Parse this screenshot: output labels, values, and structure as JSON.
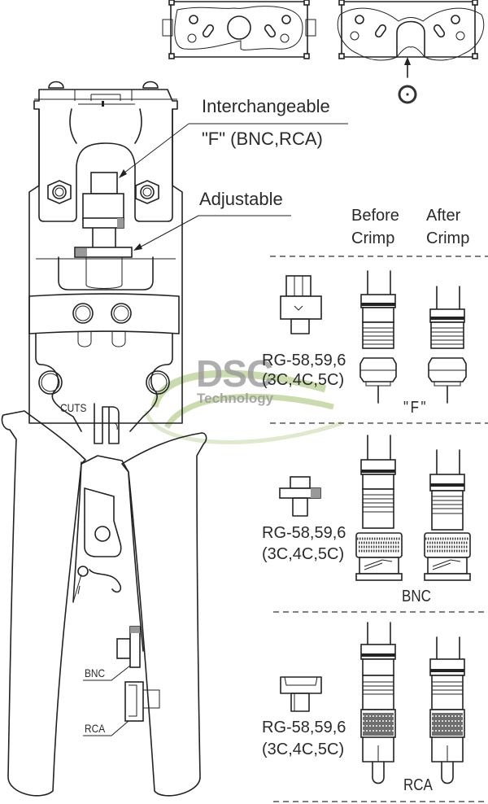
{
  "diagram": {
    "title_callouts": {
      "interchangeable_line1": "Interchangeable",
      "interchangeable_line2": "\"F\" (BNC,RCA)",
      "adjustable": "Adjustable"
    },
    "columns": {
      "before_line1": "Before",
      "before_line2": "Crimp",
      "after_line1": "After",
      "after_line2": "Crimp"
    },
    "tool_labels": {
      "cuts": "CUTS",
      "bnc": "BNC",
      "rca": "RCA"
    },
    "sections": [
      {
        "connector": "\"F\"",
        "cable_line1": "RG-58,59,6",
        "cable_line2": "(3C,4C,5C)"
      },
      {
        "connector": "BNC",
        "cable_line1": "RG-58,59,6",
        "cable_line2": "(3C,4C,5C)"
      },
      {
        "connector": "RCA",
        "cable_line1": "RG-58,59,6",
        "cable_line2": "(3C,4C,5C)"
      }
    ],
    "watermark": {
      "brand": "DSC",
      "subtitle": "Technology",
      "text_color": "#9a9a9a",
      "swoosh_color": "#b9cf93"
    },
    "colors": {
      "line": "#222222",
      "dashed_separator": "#555555",
      "background": "#ffffff"
    }
  }
}
